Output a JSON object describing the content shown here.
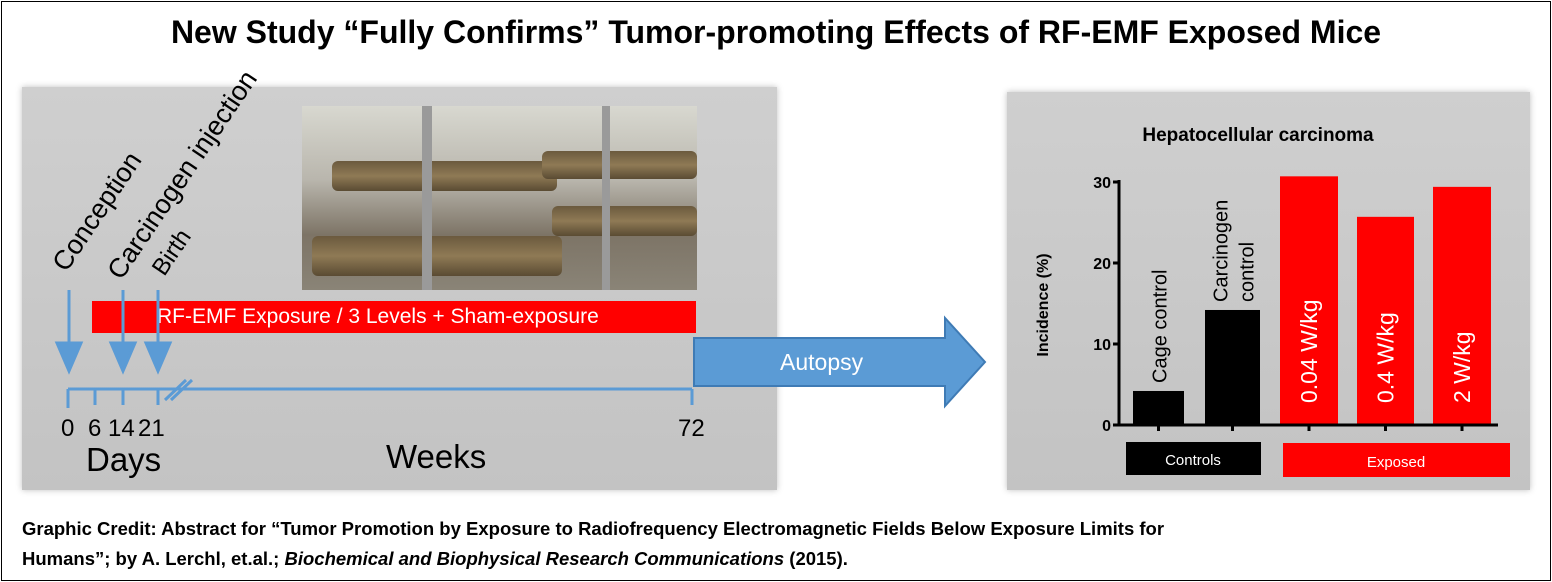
{
  "title": "New Study “Fully Confirms” Tumor-promoting Effects of RF-EMF Exposed Mice",
  "timeline": {
    "events": [
      "Conception",
      "Carcinogen injection",
      "Birth"
    ],
    "exposure_bar": "RF-EMF Exposure / 3 Levels + Sham-exposure",
    "ticks": [
      "0",
      "6",
      "14",
      "21",
      "72"
    ],
    "days_label": "Days",
    "weeks_label": "Weeks",
    "autopsy_label": "Autopsy"
  },
  "colors": {
    "red": "#ff0000",
    "blue": "#5b9bd5",
    "black": "#000000"
  },
  "chart_data": {
    "type": "bar",
    "title": "Hepatocellular carcinoma",
    "ylabel": "Incidence (%)",
    "xlabel": "",
    "ylim": [
      0,
      30
    ],
    "yticks": [
      "0",
      "10",
      "20",
      "30"
    ],
    "categories": [
      "Cage control",
      "Carcinogen control",
      "0.04 W/kg",
      "0.4 W/kg",
      "2 W/kg"
    ],
    "category_lines": [
      [
        "Cage control"
      ],
      [
        "Carcinogen",
        "control"
      ],
      [
        "0.04 W/kg"
      ],
      [
        "0.4 W/kg"
      ],
      [
        "2 W/kg"
      ]
    ],
    "values": [
      4.2,
      14.2,
      30.7,
      25.7,
      29.4
    ],
    "groups": [
      {
        "name": "Controls",
        "color": "#000000"
      },
      {
        "name": "Exposed",
        "color": "#ff0000"
      }
    ]
  },
  "credit": {
    "line1": "Graphic Credit:  Abstract for “Tumor Promotion by Exposure to Radiofrequency Electromagnetic Fields Below Exposure Limits for",
    "line2_prefix": "Humans”; by A. Lerchl, et.al.; ",
    "journal": "Biochemical and Biophysical Research Communications",
    "line2_suffix": " (2015)."
  }
}
